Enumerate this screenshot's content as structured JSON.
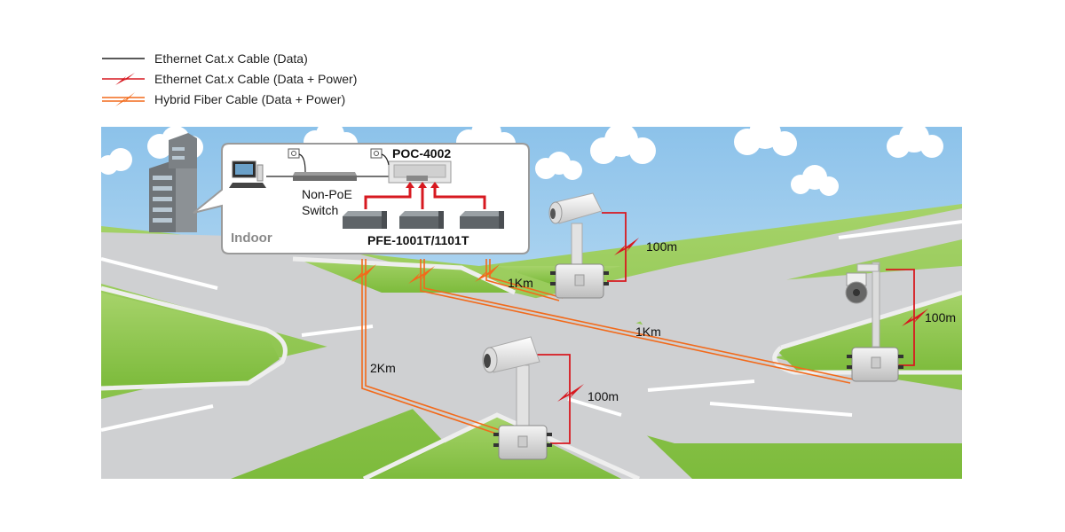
{
  "legend": {
    "items": [
      {
        "label": "Ethernet Cat.x Cable (Data)",
        "icon": "black-line-icon",
        "color": "#222222"
      },
      {
        "label": "Ethernet Cat.x Cable (Data + Power)",
        "icon": "red-lightning-line-icon",
        "color": "#d71920"
      },
      {
        "label": "Hybrid Fiber Cable (Data + Power)",
        "icon": "orange-lightning-double-line-icon",
        "color": "#f26a1b"
      }
    ]
  },
  "indoor": {
    "title": "Indoor",
    "switch_label_line1": "Non-PoE",
    "switch_label_line2": "Switch",
    "poc_label": "POC-4002",
    "pfe_label": "PFE-1001T/1101T"
  },
  "distances": {
    "fiber_top": "1Km",
    "fiber_middle": "1Km",
    "fiber_left": "2Km",
    "cat_top_camera": "100m",
    "cat_right_camera": "100m",
    "cat_bottom_camera": "100m"
  },
  "colors": {
    "sky": "#a9d2ee",
    "grass": "#8bc34a",
    "road": "#cfd0d2",
    "poe_red": "#d71920",
    "fiber_orange": "#f26a1b"
  }
}
